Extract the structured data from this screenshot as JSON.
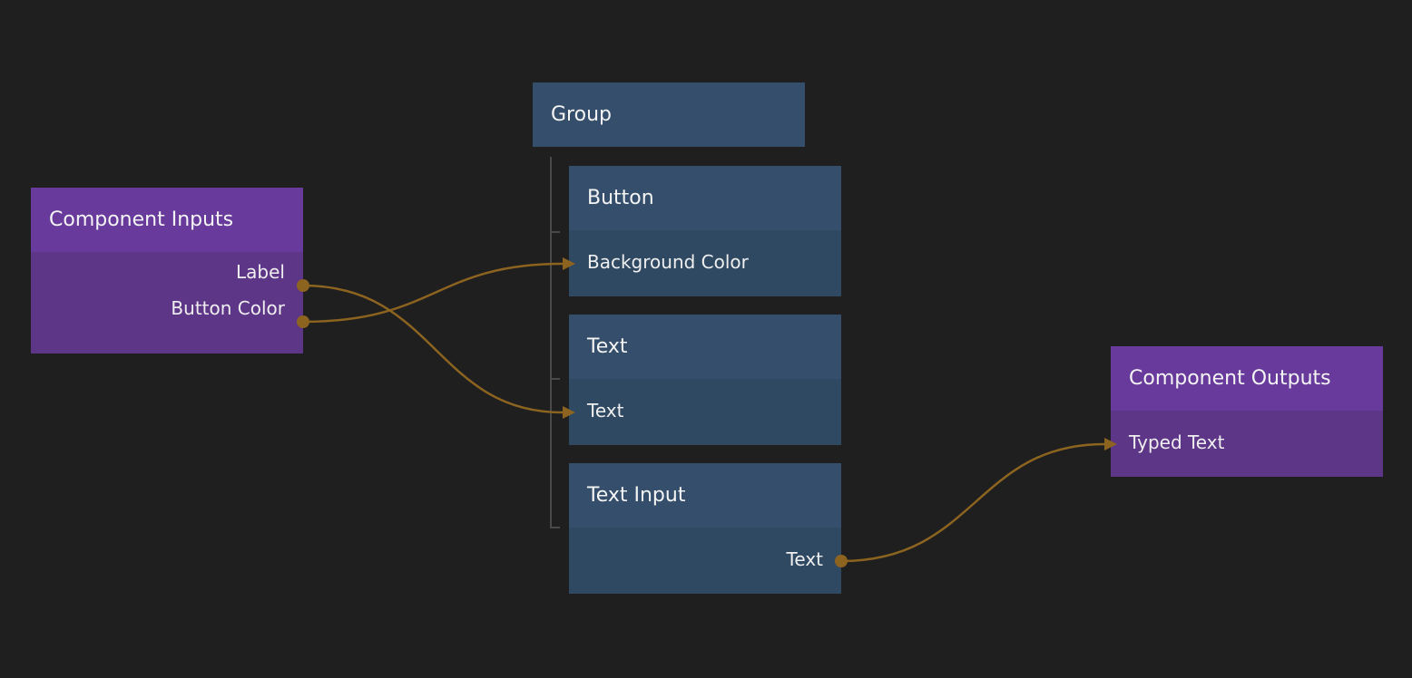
{
  "colors": {
    "background": "#1f1f1f",
    "component_header": "#673a9b",
    "component_body": "#5e3687",
    "visual_header": "#344e6b",
    "visual_body": "#2f4962",
    "connection": "#8c6420",
    "hierarchy_line": "#4a4a4a"
  },
  "nodes": {
    "component_inputs": {
      "title": "Component Inputs",
      "ports": [
        "Label",
        "Button Color"
      ]
    },
    "group": {
      "title": "Group"
    },
    "button": {
      "title": "Button",
      "ports": [
        "Background Color"
      ]
    },
    "text": {
      "title": "Text",
      "ports": [
        "Text"
      ]
    },
    "text_input": {
      "title": "Text Input",
      "ports": [
        "Text"
      ]
    },
    "component_outputs": {
      "title": "Component Outputs",
      "ports": [
        "Typed Text"
      ]
    }
  },
  "connections": [
    {
      "from": "Component Inputs.Label",
      "to": "Text.Text"
    },
    {
      "from": "Component Inputs.Button Color",
      "to": "Button.Background Color"
    },
    {
      "from": "Text Input.Text",
      "to": "Component Outputs.Typed Text"
    }
  ]
}
